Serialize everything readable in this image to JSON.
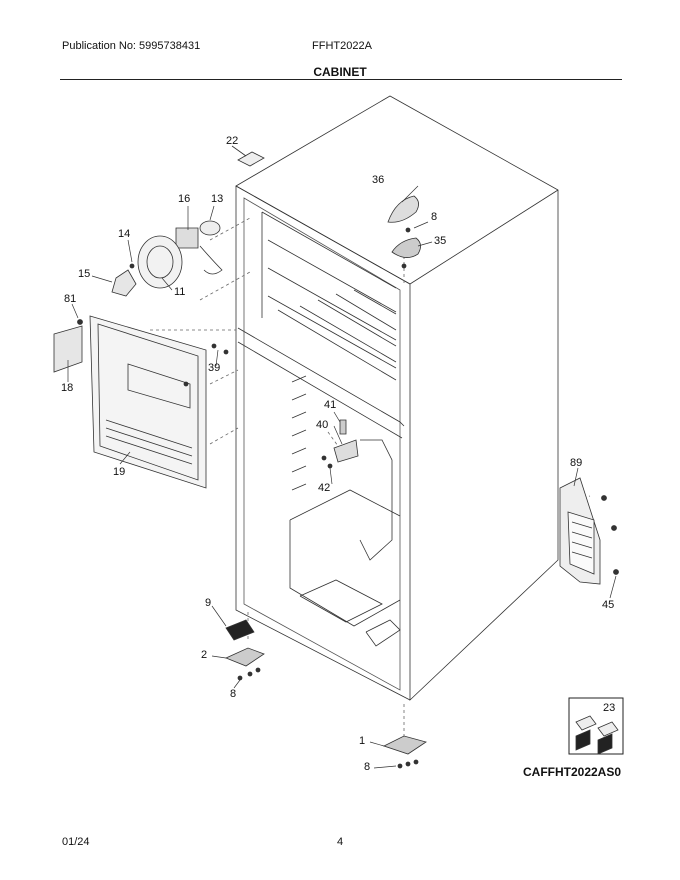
{
  "header": {
    "publication": "Publication No: 5995738431",
    "model": "FFHT2022A",
    "section": "CABINET"
  },
  "callouts": [
    {
      "id": "c22",
      "text": "22"
    },
    {
      "id": "c36",
      "text": "36"
    },
    {
      "id": "c8a",
      "text": "8"
    },
    {
      "id": "c35",
      "text": "35"
    },
    {
      "id": "c16",
      "text": "16"
    },
    {
      "id": "c13",
      "text": "13"
    },
    {
      "id": "c14",
      "text": "14"
    },
    {
      "id": "c15",
      "text": "15"
    },
    {
      "id": "c11",
      "text": "11"
    },
    {
      "id": "c81",
      "text": "81"
    },
    {
      "id": "c39",
      "text": "39"
    },
    {
      "id": "c18",
      "text": "18"
    },
    {
      "id": "c41",
      "text": "41"
    },
    {
      "id": "c40",
      "text": "40"
    },
    {
      "id": "c42",
      "text": "42"
    },
    {
      "id": "c19",
      "text": "19"
    },
    {
      "id": "c89",
      "text": "89"
    },
    {
      "id": "c45",
      "text": "45"
    },
    {
      "id": "c9",
      "text": "9"
    },
    {
      "id": "c2",
      "text": "2"
    },
    {
      "id": "c8b",
      "text": "8"
    },
    {
      "id": "c23",
      "text": "23"
    },
    {
      "id": "c1",
      "text": "1"
    },
    {
      "id": "c8c",
      "text": "8"
    }
  ],
  "diagram_code": "CAFFHT2022AS0",
  "footer": {
    "date": "01/24",
    "page": "4"
  }
}
